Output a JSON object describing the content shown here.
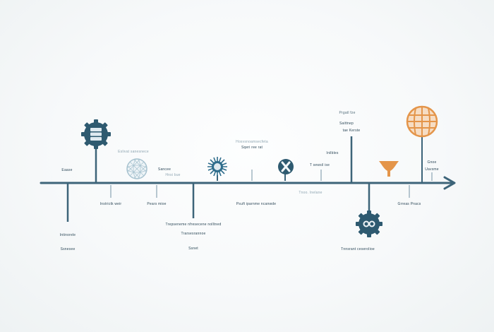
{
  "colors": {
    "axis": "#3d6479",
    "icon_dark": "#2e5a70",
    "icon_blue": "#2e6d8c",
    "icon_light": "#a8c3d0",
    "accent": "#e4954a",
    "text_dark": "#2f4a5a",
    "text_light": "#8fa6b2"
  },
  "timeline": {
    "labels": {
      "l01": "Eaase",
      "l02": "Instrictk weir",
      "l03": "Eslivat sanesnece",
      "l04": "Sancee",
      "l05": "Hnsi bue",
      "l06": "Intinorele",
      "l07": "Ssnesee",
      "l08": "Pears mioe",
      "l09": "Trepseneme nfresecene nolltned",
      "l10": "Trarsesrannoe",
      "l11": "Ssnet",
      "l12": "Hosvsnoamsecfeta",
      "l13": "Sqeri ree rat",
      "l14": "Psuft iparnme ncanwde",
      "l15": "T sewsil ise",
      "l16": "Inilbles",
      "l17": "Prgatl fze",
      "l18": "Saittnep",
      "l19": "tae Kerste",
      "l20": "Tnoo. Inelane",
      "l21": "Tnnsrant ceserolioe",
      "l22": "Gnoe",
      "l23": "Uavsme",
      "l24": "Grreas Pnacs"
    },
    "icons": [
      "server-gear-icon",
      "mesh-sphere-icon",
      "spiky-sun-icon",
      "scissors-circle-icon",
      "gear-badge-icon",
      "funnel-cup-icon",
      "globe-icon"
    ]
  }
}
